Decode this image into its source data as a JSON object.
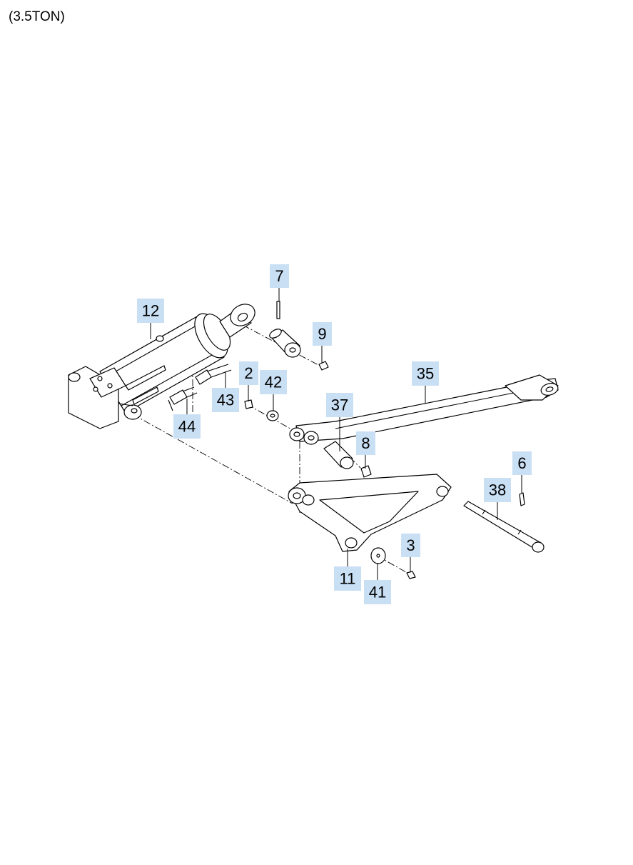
{
  "header": {
    "title": "(3.5TON)"
  },
  "callouts": [
    {
      "id": "7",
      "label": "7"
    },
    {
      "id": "12",
      "label": "12"
    },
    {
      "id": "9",
      "label": "9"
    },
    {
      "id": "2",
      "label": "2"
    },
    {
      "id": "42",
      "label": "42"
    },
    {
      "id": "35",
      "label": "35"
    },
    {
      "id": "43",
      "label": "43"
    },
    {
      "id": "37",
      "label": "37"
    },
    {
      "id": "44",
      "label": "44"
    },
    {
      "id": "8",
      "label": "8"
    },
    {
      "id": "6",
      "label": "6"
    },
    {
      "id": "38",
      "label": "38"
    },
    {
      "id": "3",
      "label": "3"
    },
    {
      "id": "11",
      "label": "11"
    },
    {
      "id": "41",
      "label": "41"
    }
  ]
}
